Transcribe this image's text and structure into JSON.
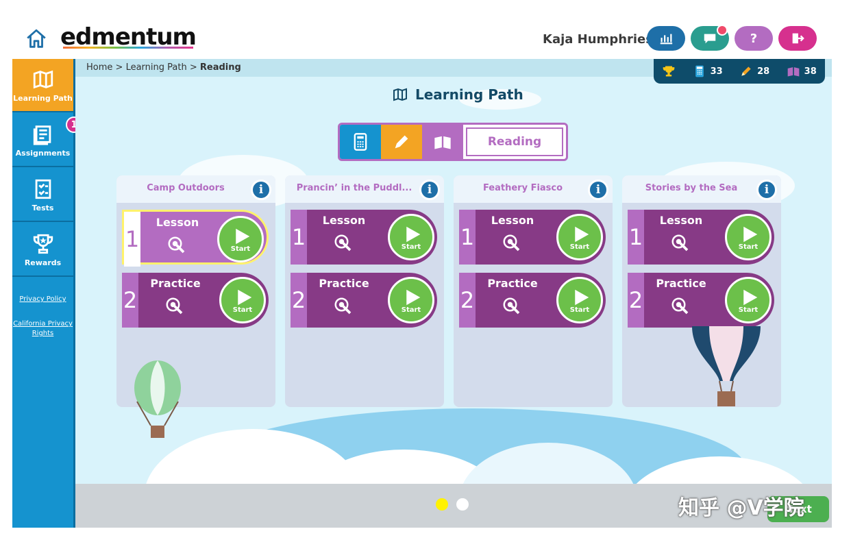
{
  "header": {
    "logo": "edmentum",
    "user_name": "Kaja Humphries",
    "help_label": "?"
  },
  "sidebar": {
    "items": [
      {
        "label": "Learning Path",
        "icon": "map-icon",
        "active": true
      },
      {
        "label": "Assignments",
        "icon": "assignments-icon",
        "badge": "1"
      },
      {
        "label": "Tests",
        "icon": "tests-icon"
      },
      {
        "label": "Rewards",
        "icon": "trophy-icon"
      }
    ],
    "links": [
      "Privacy Policy",
      "California Privacy Rights"
    ]
  },
  "breadcrumb": {
    "home": "Home",
    "sep": ">",
    "learning_path": "Learning Path",
    "current": "Reading"
  },
  "stats": {
    "math": "33",
    "writing": "28",
    "reading": "38"
  },
  "page_title": "Learning Path",
  "subjects": {
    "selected_label": "Reading"
  },
  "units": [
    {
      "title": "Camp Outdoors"
    },
    {
      "title": "Prancin’ in the Puddl..."
    },
    {
      "title": "Feathery Fiasco"
    },
    {
      "title": "Stories by the Sea"
    }
  ],
  "activities": {
    "lesson_label": "Lesson",
    "practice_label": "Practice",
    "start_label": "Start",
    "num1": "1",
    "num2": "2"
  },
  "footer": {
    "next_label": "Next"
  },
  "watermark": "知乎 @V学院",
  "colors": {
    "sidebar": "#1593cf",
    "active": "#f3a423",
    "reading": "#b36cc1",
    "activity": "#873a86",
    "start": "#6cc04a"
  }
}
